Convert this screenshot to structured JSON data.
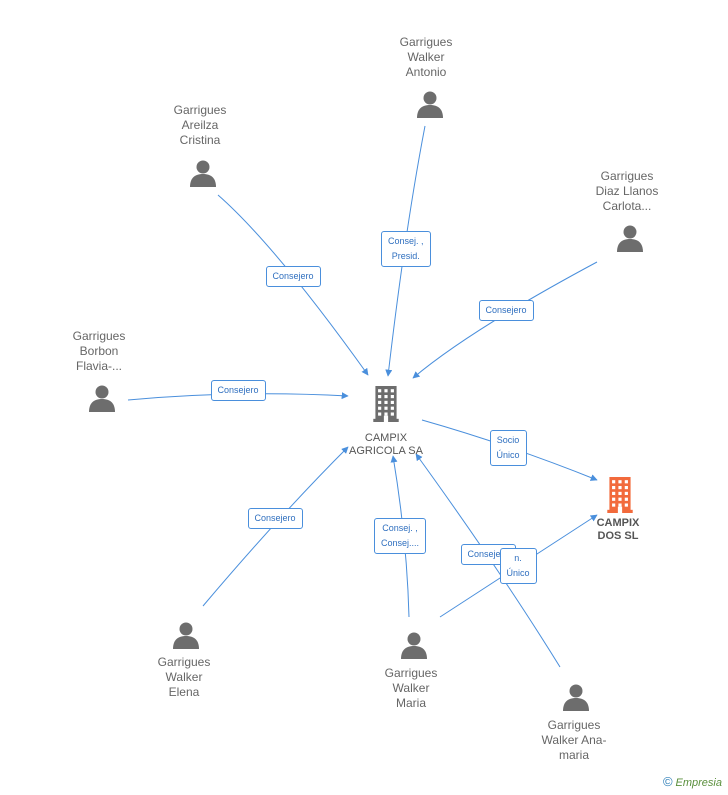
{
  "companies": {
    "campix_agricola": {
      "label": "CAMPIX\nAGRICOLA SA",
      "color": "#6d6d6d"
    },
    "campix_dos": {
      "label": "CAMPIX\nDOS SL",
      "color": "#f26a3c"
    }
  },
  "persons": [
    {
      "id": "walker_antonio",
      "label": "Garrigues\nWalker\nAntonio"
    },
    {
      "id": "areilza_cristina",
      "label": "Garrigues\nAreilza\nCristina"
    },
    {
      "id": "diaz_llanos",
      "label": "Garrigues\nDiaz Llanos\nCarlota..."
    },
    {
      "id": "borbon_flavia",
      "label": "Garrigues\nBorbon\nFlavia-..."
    },
    {
      "id": "walker_elena",
      "label": "Garrigues\nWalker\nElena"
    },
    {
      "id": "walker_maria",
      "label": "Garrigues\nWalker\nMaria"
    },
    {
      "id": "walker_ana_maria",
      "label": "Garrigues\nWalker Ana-\nmaria"
    }
  ],
  "edges": [
    {
      "from": "walker_antonio",
      "to": "campix_agricola",
      "label": "Consej. ,\nPresid."
    },
    {
      "from": "areilza_cristina",
      "to": "campix_agricola",
      "label": "Consejero"
    },
    {
      "from": "diaz_llanos",
      "to": "campix_agricola",
      "label": "Consejero"
    },
    {
      "from": "borbon_flavia",
      "to": "campix_agricola",
      "label": "Consejero"
    },
    {
      "from": "walker_elena",
      "to": "campix_agricola",
      "label": "Consejero"
    },
    {
      "from": "walker_maria",
      "to": "campix_agricola",
      "label": "Consej. ,\nConsej...."
    },
    {
      "from": "walker_ana_maria",
      "to": "campix_agricola",
      "label": "Consejero"
    },
    {
      "from": "campix_agricola",
      "to": "campix_dos",
      "label": "Socio\nÚnico"
    },
    {
      "from": "walker_maria",
      "to": "campix_dos",
      "label": "n.\nÚnico"
    }
  ],
  "colors": {
    "edge": "#4a8fdc",
    "person": "#6d6d6d"
  },
  "footer": {
    "copyright": "©",
    "brand": "Empresia"
  }
}
